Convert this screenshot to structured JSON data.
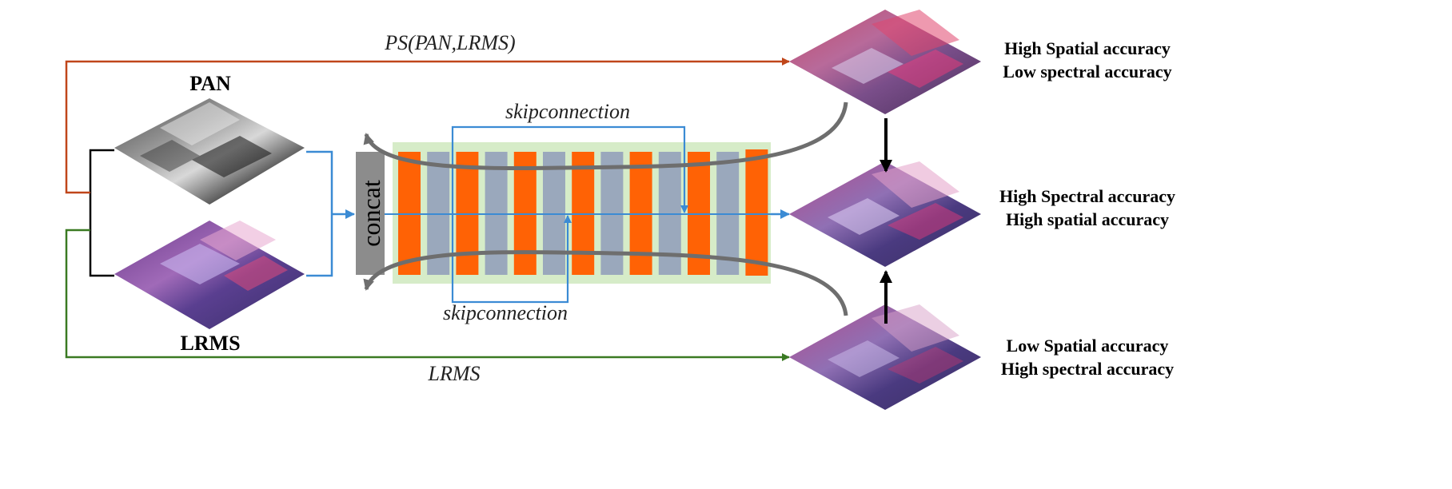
{
  "inputs": {
    "pan_label": "PAN",
    "lrms_label": "LRMS"
  },
  "block": {
    "concat_label": "concat",
    "skip_top_label": "skipconnection",
    "skip_bottom_label": "skipconnection"
  },
  "edges": {
    "ps_label": "PS(PAN,LRMS)",
    "lrms_label": "LRMS"
  },
  "outputs": {
    "top": {
      "line1": "High Spatial accuracy",
      "line2": "Low spectral accuracy"
    },
    "middle": {
      "line1": "High Spectral accuracy",
      "line2": "High spatial accuracy"
    },
    "bottom": {
      "line1": "Low Spatial accuracy",
      "line2": "High spectral accuracy"
    }
  },
  "colors": {
    "orange_layer": "#ff6205",
    "blue_layer": "#9aa8bc",
    "block_bg": "#d6ecc8",
    "concat_bg": "#8c8c8c",
    "ps_arrow": "#c0461a",
    "lrms_arrow": "#3a7a22",
    "flow_arrow": "#3b8bd4",
    "skip_line": "#3b8bd4",
    "curve_arrow": "#6e6e6e"
  }
}
